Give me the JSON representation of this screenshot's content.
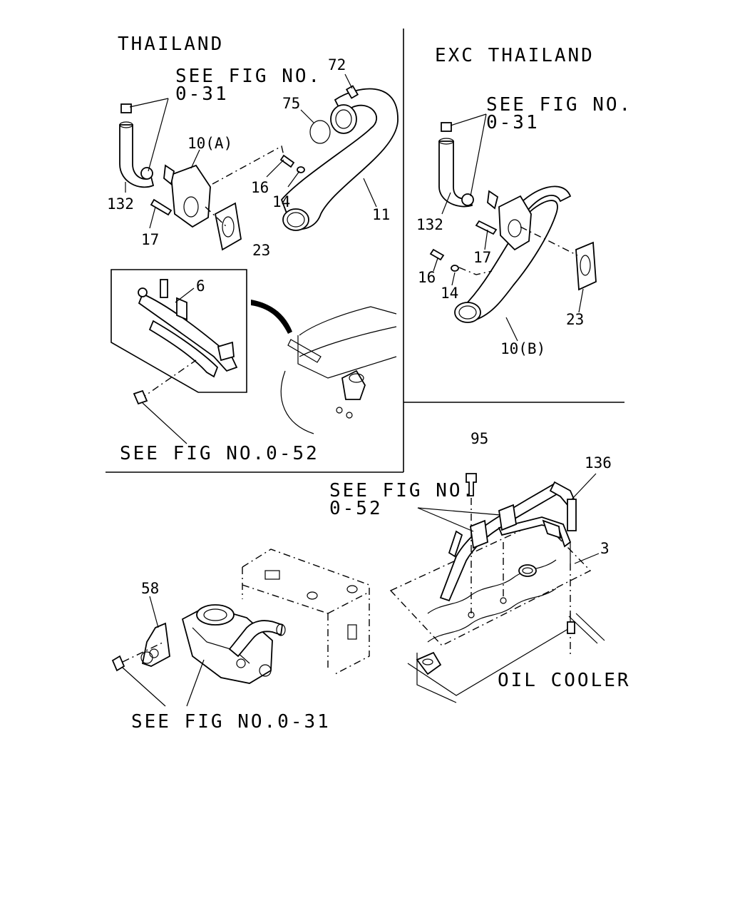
{
  "sections": {
    "thailand": "THAILAND",
    "exc_thailand": "EXC THAILAND",
    "oil_cooler": "OIL COOLER"
  },
  "refs": {
    "fig_031_a_line1": "SEE FIG NO.",
    "fig_031_a_line2": "0-31",
    "fig_031_b_line1": "SEE FIG NO.",
    "fig_031_b_line2": "0-31",
    "fig_052_a": "SEE FIG NO.0-52",
    "fig_052_b_line1": "SEE FIG NO.",
    "fig_052_b_line2": "0-52",
    "fig_031_c": "SEE FIG NO.0-31"
  },
  "callouts": {
    "tl": {
      "p72": "72",
      "p75": "75",
      "p10a": "10(A)",
      "p16": "16",
      "p14": "14",
      "p11": "11",
      "p132": "132",
      "p17": "17",
      "p23": "23",
      "p6": "6"
    },
    "tr": {
      "p132": "132",
      "p17": "17",
      "p16": "16",
      "p14": "14",
      "p23": "23",
      "p10b": "10(B)"
    },
    "bottom": {
      "p95": "95",
      "p136": "136",
      "p3": "3",
      "p58": "58"
    }
  }
}
